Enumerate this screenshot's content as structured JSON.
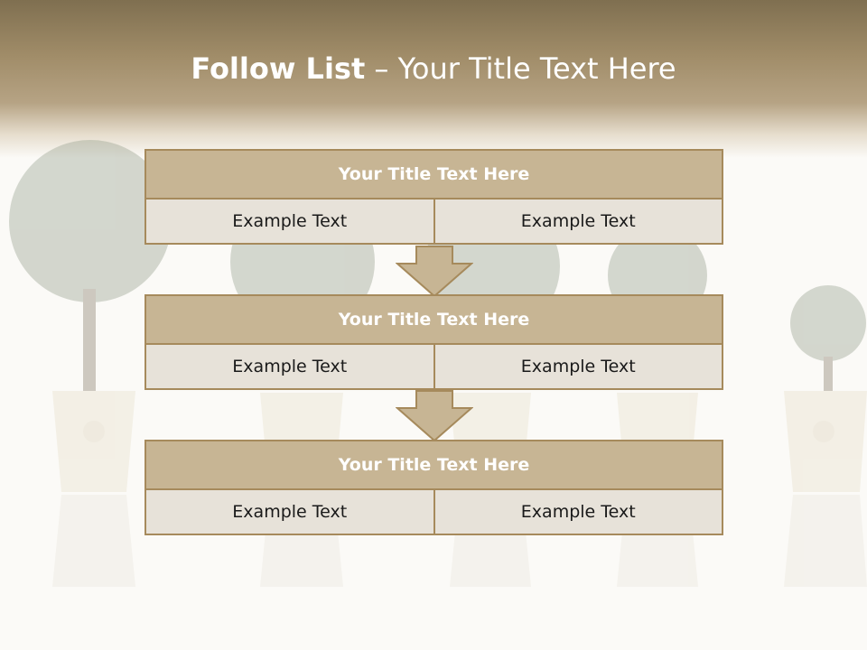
{
  "slide": {
    "title_bold": "Follow List",
    "title_rest": " – Your Title Text Here"
  },
  "steps": [
    {
      "title": "Your Title Text Here",
      "left": "Example Text",
      "right": "Example Text"
    },
    {
      "title": "Your Title Text Here",
      "left": "Example Text",
      "right": "Example Text"
    },
    {
      "title": "Your Title Text Here",
      "left": "Example Text",
      "right": "Example Text"
    }
  ],
  "colors": {
    "header": "#a08c68",
    "block_title": "#c7b594",
    "block_border": "#a68a5c",
    "block_body": "#e7e2d9",
    "arrow": "#c7b594"
  },
  "icons": [
    "topiary-tree-icon",
    "down-arrow-icon"
  ]
}
